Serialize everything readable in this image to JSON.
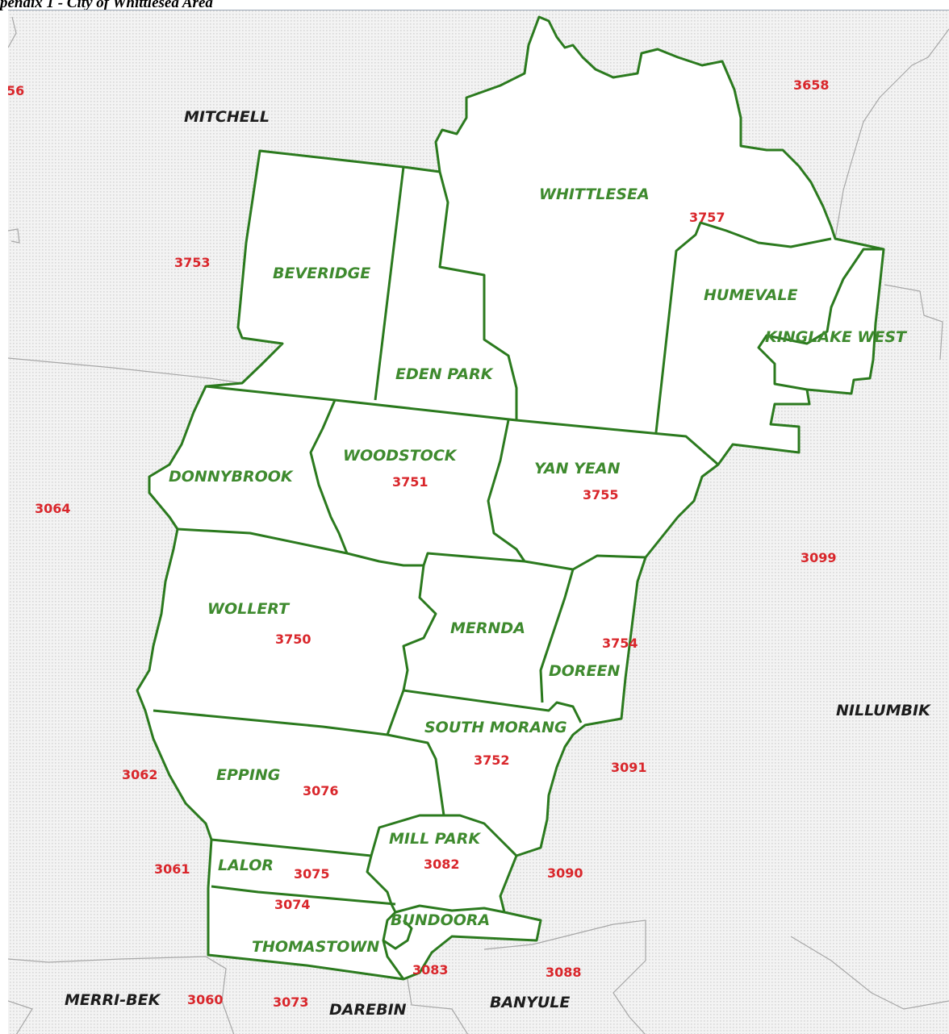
{
  "heading": "pendix 1 - City of Whittlesea Area",
  "colors": {
    "boundary": "#2b7a1e",
    "suburb_text": "#3e8a2e",
    "postcode_text": "#d9262b",
    "lga_text": "#1c1c1c",
    "background_dots": "#d8d8d8"
  },
  "suburbs": {
    "whittlesea": "WHITTLESEA",
    "beveridge": "BEVERIDGE",
    "eden_park": "EDEN PARK",
    "humevale": "HUMEVALE",
    "kinglake_west": "KINGLAKE WEST",
    "donnybrook": "DONNYBROOK",
    "woodstock": "WOODSTOCK",
    "yan_yean": "YAN YEAN",
    "wollert": "WOLLERT",
    "mernda": "MERNDA",
    "doreen": "DOREEN",
    "south_morang": "SOUTH MORANG",
    "epping": "EPPING",
    "mill_park": "MILL PARK",
    "lalor": "LALOR",
    "bundoora": "BUNDOORA",
    "thomastown": "THOMASTOWN"
  },
  "lgas": {
    "mitchell": "MITCHELL",
    "nillumbik": "NILLUMBIK",
    "merri_bek": "MERRI-BEK",
    "darebin": "DAREBIN",
    "banyule": "BANYULE"
  },
  "postcodes": {
    "p3658": "3658",
    "p3757": "3757",
    "p3753": "3753",
    "p3751": "3751",
    "p3755": "3755",
    "p3064": "3064",
    "p3099": "3099",
    "p3750": "3750",
    "p3754": "3754",
    "p3752": "3752",
    "p3091": "3091",
    "p3062": "3062",
    "p3076": "3076",
    "p3082": "3082",
    "p3061": "3061",
    "p3075": "3075",
    "p3090": "3090",
    "p3074": "3074",
    "p3083": "3083",
    "p3088": "3088",
    "p3060": "3060",
    "p3073": "3073",
    "p3_cut": "56"
  }
}
